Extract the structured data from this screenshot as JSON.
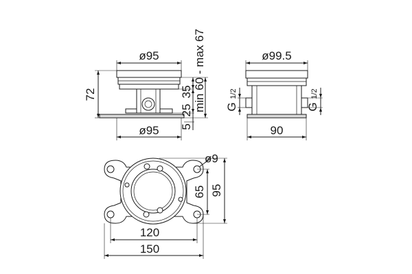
{
  "front_view": {
    "top_diameter": "ø95",
    "bottom_diameter": "ø95",
    "total_height": "72",
    "dim_35": "35",
    "dim_25": "25",
    "dim_5": "5",
    "install_range": "min 60 - max 67"
  },
  "side_view": {
    "top_diameter": "ø99.5",
    "thread_left": "G",
    "thread_right": "G",
    "thread_fraction": "1/2",
    "width": "90"
  },
  "plan_view": {
    "hole_diameter": "ø9",
    "dim_65": "65",
    "dim_95": "95",
    "dim_120": "120",
    "dim_150": "150"
  }
}
